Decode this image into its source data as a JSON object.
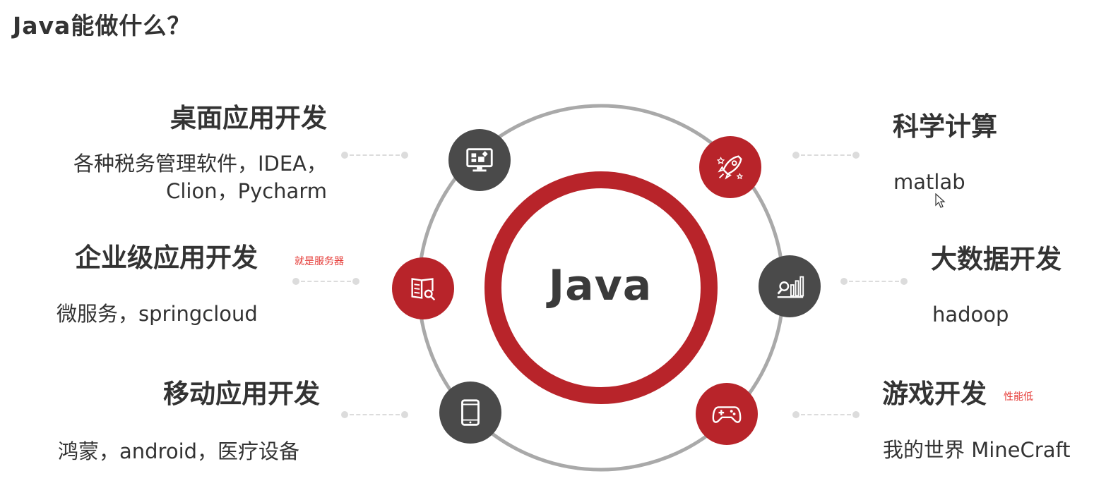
{
  "title": "Java能做什么？",
  "center_label": "Java",
  "colors": {
    "accent": "#b8242a",
    "dark": "#4a4a4a",
    "note": "#e53935",
    "text": "#333333"
  },
  "blocks": {
    "desktop": {
      "title": "桌面应用开发",
      "desc_line1": "各种税务管理软件，IDEA，",
      "desc_line2": "Clion，Pycharm",
      "icon": "monitor-icon"
    },
    "enterprise": {
      "title": "企业级应用开发",
      "note": "就是服务器",
      "desc": "微服务，springcloud",
      "icon": "book-search-icon"
    },
    "mobile": {
      "title": "移动应用开发",
      "desc": "鸿蒙，android，医疗设备",
      "icon": "tablet-icon"
    },
    "science": {
      "title": "科学计算",
      "desc": "matlab",
      "icon": "rocket-icon"
    },
    "bigdata": {
      "title": "大数据开发",
      "desc": "hadoop",
      "icon": "chart-search-icon"
    },
    "game": {
      "title": "游戏开发",
      "note": "性能低",
      "desc": "我的世界 MineCraft",
      "icon": "gamepad-icon"
    }
  }
}
